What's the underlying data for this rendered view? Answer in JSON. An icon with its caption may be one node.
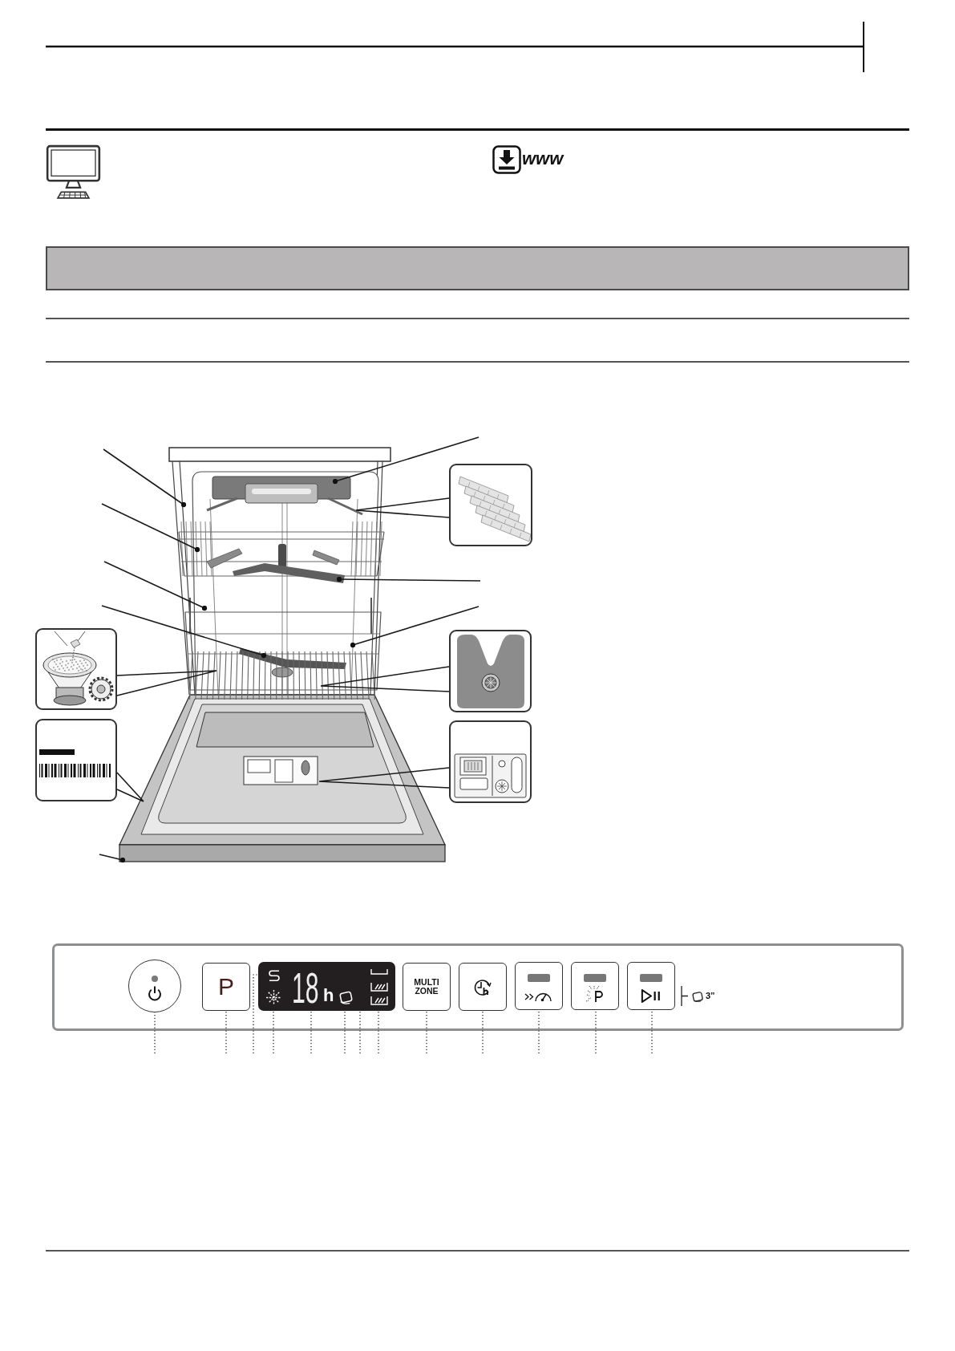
{
  "diagram": {
    "nodes": [
      {
        "text": [],
        "shape": "bar"
      },
      {
        "text": [],
        "shape": "picture"
      },
      {
        "text": [],
        "shape": "picture"
      },
      {
        "text": [],
        "shape": "picture"
      },
      {
        "text": [],
        "shape": "picture"
      },
      {
        "text": [],
        "shape": "picture"
      },
      {
        "text": [],
        "shape": "picture"
      },
      {
        "text": [],
        "shape": "box"
      },
      {
        "text": [],
        "shape": "circle",
        "in": 7
      },
      {
        "text": [
          "P"
        ],
        "in": 7
      },
      {
        "text": [
          "18",
          "h"
        ],
        "in": 7
      },
      {
        "text": [
          "MULTI ZONE"
        ],
        "in": 7
      },
      {
        "text": [],
        "shape": "box",
        "in": 7
      },
      {
        "text": [],
        "shape": "box",
        "in": 7
      },
      {
        "text": [],
        "shape": "box",
        "in": 7
      },
      {
        "text": [],
        "shape": "box",
        "in": 7
      }
    ],
    "edges": [
      {
        "from": null,
        "to": 1,
        "arrow": "other"
      },
      {
        "from": null,
        "to": 1,
        "arrow": "other"
      },
      {
        "from": null,
        "to": 1,
        "arrow": "other"
      },
      {
        "from": null,
        "to": 1,
        "arrow": "other"
      },
      {
        "from": null,
        "to": 1,
        "arrow": "other"
      },
      {
        "from": null,
        "to": 1,
        "arrow": "other"
      },
      {
        "from": null,
        "to": 1,
        "arrow": "other"
      },
      {
        "from": null,
        "to": 1,
        "arrow": "other"
      },
      {
        "from": 2,
        "to": 1,
        "arrow": "none"
      },
      {
        "from": 3,
        "to": 1,
        "arrow": "none"
      },
      {
        "from": 4,
        "to": 1,
        "arrow": "none"
      },
      {
        "from": 5,
        "to": 1,
        "arrow": "none"
      },
      {
        "from": 6,
        "to": 1,
        "arrow": "none"
      },
      {
        "from": null,
        "to": 8,
        "arrow": "none",
        "style": "dashed"
      },
      {
        "from": null,
        "to": 9,
        "arrow": "none",
        "style": "dashed"
      },
      {
        "from": null,
        "to": 10,
        "arrow": "none",
        "style": "dashed"
      },
      {
        "from": null,
        "to": 10,
        "arrow": "none",
        "style": "dashed"
      },
      {
        "from": null,
        "to": 10,
        "arrow": "none",
        "style": "dashed"
      },
      {
        "from": null,
        "to": 10,
        "arrow": "none",
        "style": "dashed"
      },
      {
        "from": null,
        "to": 10,
        "arrow": "none",
        "style": "dashed"
      },
      {
        "from": null,
        "to": 10,
        "arrow": "none",
        "style": "dashed"
      },
      {
        "from": null,
        "to": 11,
        "arrow": "none",
        "style": "dashed"
      },
      {
        "from": null,
        "to": 12,
        "arrow": "none",
        "style": "dashed"
      },
      {
        "from": null,
        "to": 13,
        "arrow": "none",
        "style": "dashed"
      },
      {
        "from": null,
        "to": 14,
        "arrow": "none",
        "style": "dashed"
      },
      {
        "from": null,
        "to": 15,
        "arrow": "none",
        "style": "dashed"
      }
    ],
    "labels": [
      "www",
      "3”"
    ]
  }
}
